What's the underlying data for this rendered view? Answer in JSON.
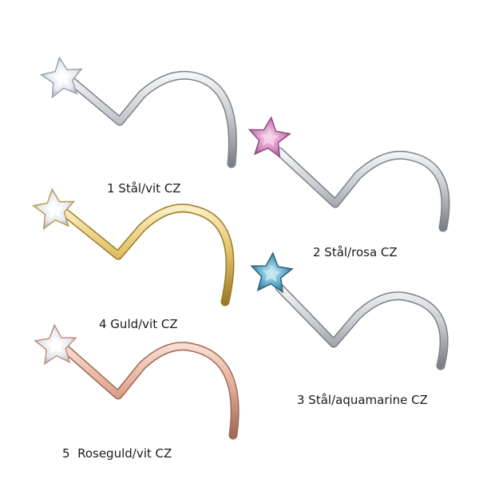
{
  "captions": {
    "item1": "1 Stål/vit CZ",
    "item2": "2 Stål/rosa CZ",
    "item3": "3 Stål/aquamarine CZ",
    "item4": "4 Guld/vit CZ",
    "item5": "5  Roseguld/vit CZ"
  },
  "colors": {
    "background": "#ffffff",
    "steel": "#c9ccd0",
    "gold": "#e3c46a",
    "rose_gold": "#e2ad96",
    "gem_white": "#f2f4f7",
    "gem_pink": "#d88ac4",
    "gem_aquamarine": "#5aa8c8"
  },
  "items": [
    {
      "id": 1,
      "metal": "steel",
      "gem": "gem_white"
    },
    {
      "id": 2,
      "metal": "steel",
      "gem": "gem_pink"
    },
    {
      "id": 3,
      "metal": "steel",
      "gem": "gem_aquamarine"
    },
    {
      "id": 4,
      "metal": "gold",
      "gem": "gem_white"
    },
    {
      "id": 5,
      "metal": "rose_gold",
      "gem": "gem_white"
    }
  ]
}
